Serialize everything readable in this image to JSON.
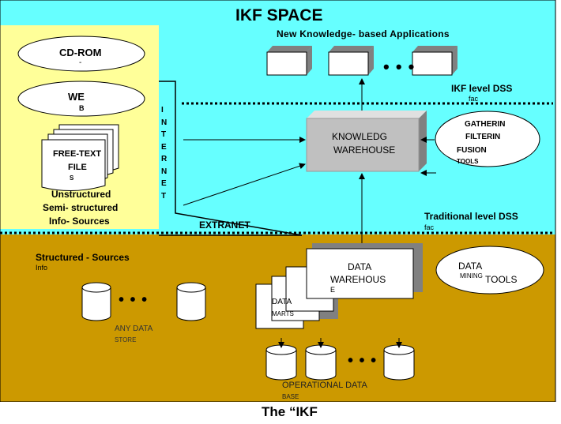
{
  "title": "IKF  SPACE",
  "apps_label": "New  Knowledge- based  Applications",
  "ikf_level": "IKF  level      DSS",
  "ikf_level_sub": "fac",
  "traditional_level": "Traditional level     DSS",
  "traditional_level_sub": "fac",
  "unstructured": {
    "cdrom": "CD-ROM",
    "cdrom_sub": "-",
    "web": "WE",
    "web_sub": "B",
    "freetext_1": "FREE-TEXT",
    "freetext_2": "FILE",
    "freetext_3": "S",
    "caption_1": "Unstructured",
    "caption_2": "Semi- structured",
    "caption_3": "Info- Sources"
  },
  "internet_letters": [
    "I",
    "N",
    "T",
    "E",
    "R",
    "N",
    "E",
    "T"
  ],
  "extranet": "EXTRANET",
  "knowledge_warehouse_1": "KNOWLEDG",
  "knowledge_warehouse_2": "WAREHOUSE",
  "gathering": [
    "GATHERIN",
    "FILTERIN",
    "FUSION",
    "TOOLS"
  ],
  "structured_1": "Structured         - Sources",
  "structured_2": "Info",
  "any_data_1": "ANY DATA",
  "any_data_2": "STORE",
  "data_warehouse_1": "DATA",
  "data_warehouse_2": "WAREHOUS",
  "data_warehouse_3": "E",
  "data_marts_1": "DATA",
  "data_marts_2": "MARTS",
  "data_mining_1": "DATA",
  "data_mining_2": "TOOLS",
  "data_mining_3": "MINING",
  "operational_1": "OPERATIONAL DATA",
  "operational_2": "BASE",
  "ellipsis": "• • •",
  "caption": "The “IKF",
  "colors": {
    "ikf_space": "#66ffff",
    "traditional": "#cc9900",
    "unstructured_panel": "#ffff99",
    "warehouse_box": "#c0c0c0"
  }
}
